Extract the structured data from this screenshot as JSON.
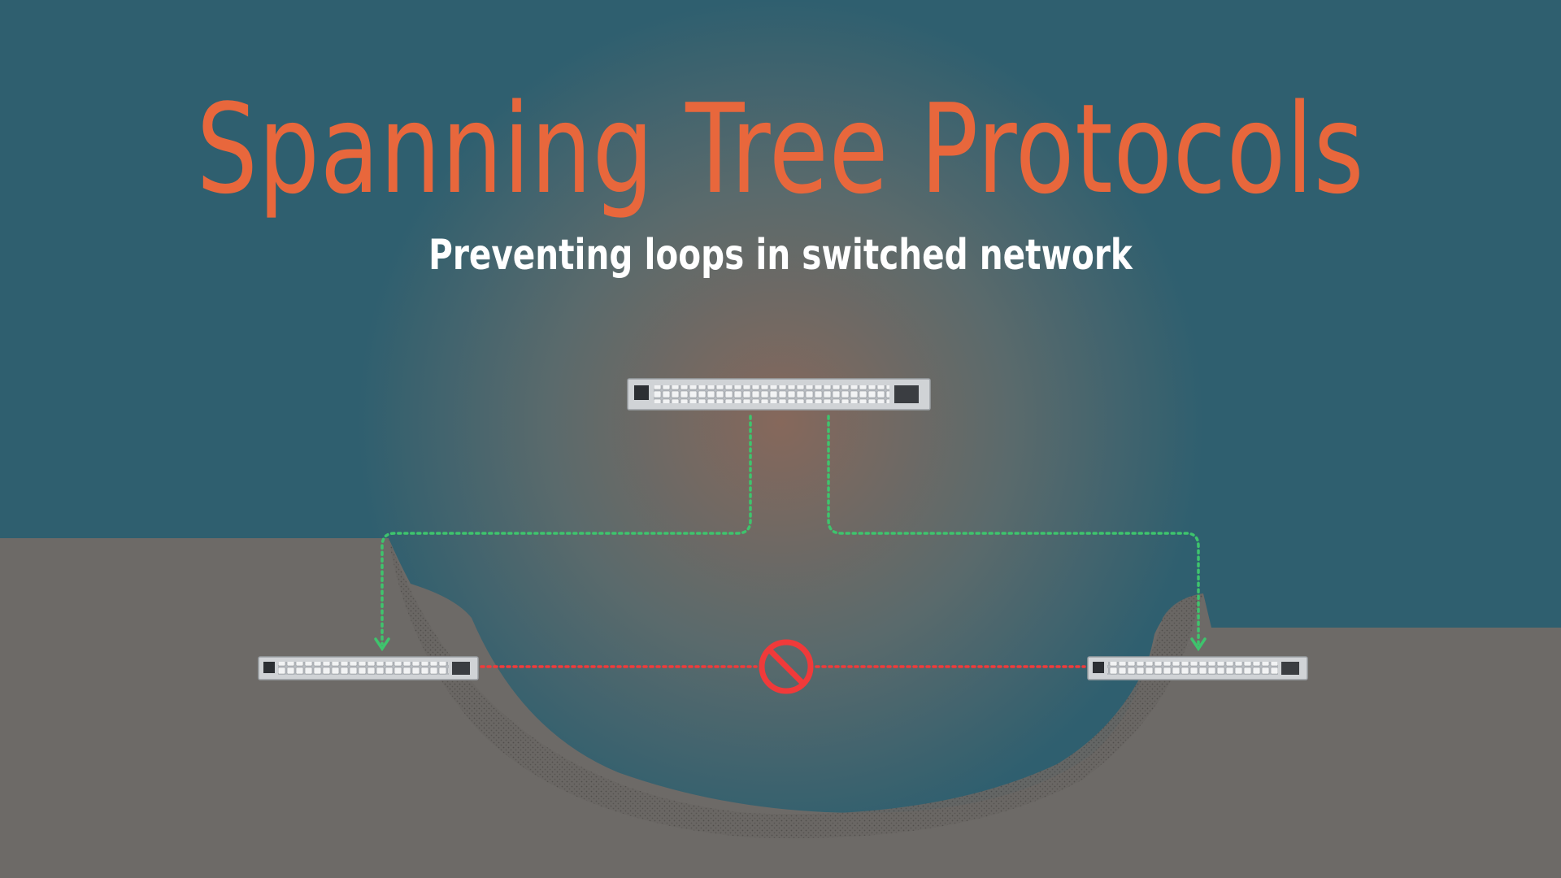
{
  "header": {
    "title": "Spanning Tree Protocols",
    "subtitle": "Preventing loops in switched network"
  },
  "colors": {
    "background": "#2f5f6f",
    "title": "#e8673c",
    "subtitle": "#ffffff",
    "ground": "#6d6a67",
    "glow": "#8a6a5c",
    "active_link": "#3ec46d",
    "blocked_link": "#f03a3a",
    "switch_body": "#c9ccd0"
  },
  "diagram": {
    "switches": [
      {
        "name": "root-switch"
      },
      {
        "name": "left-switch"
      },
      {
        "name": "right-switch"
      }
    ],
    "links": [
      {
        "from": "root-switch",
        "to": "left-switch",
        "state": "forwarding"
      },
      {
        "from": "root-switch",
        "to": "right-switch",
        "state": "forwarding"
      },
      {
        "from": "left-switch",
        "to": "right-switch",
        "state": "blocked"
      }
    ],
    "blocked_icon": "prohibited-icon"
  }
}
